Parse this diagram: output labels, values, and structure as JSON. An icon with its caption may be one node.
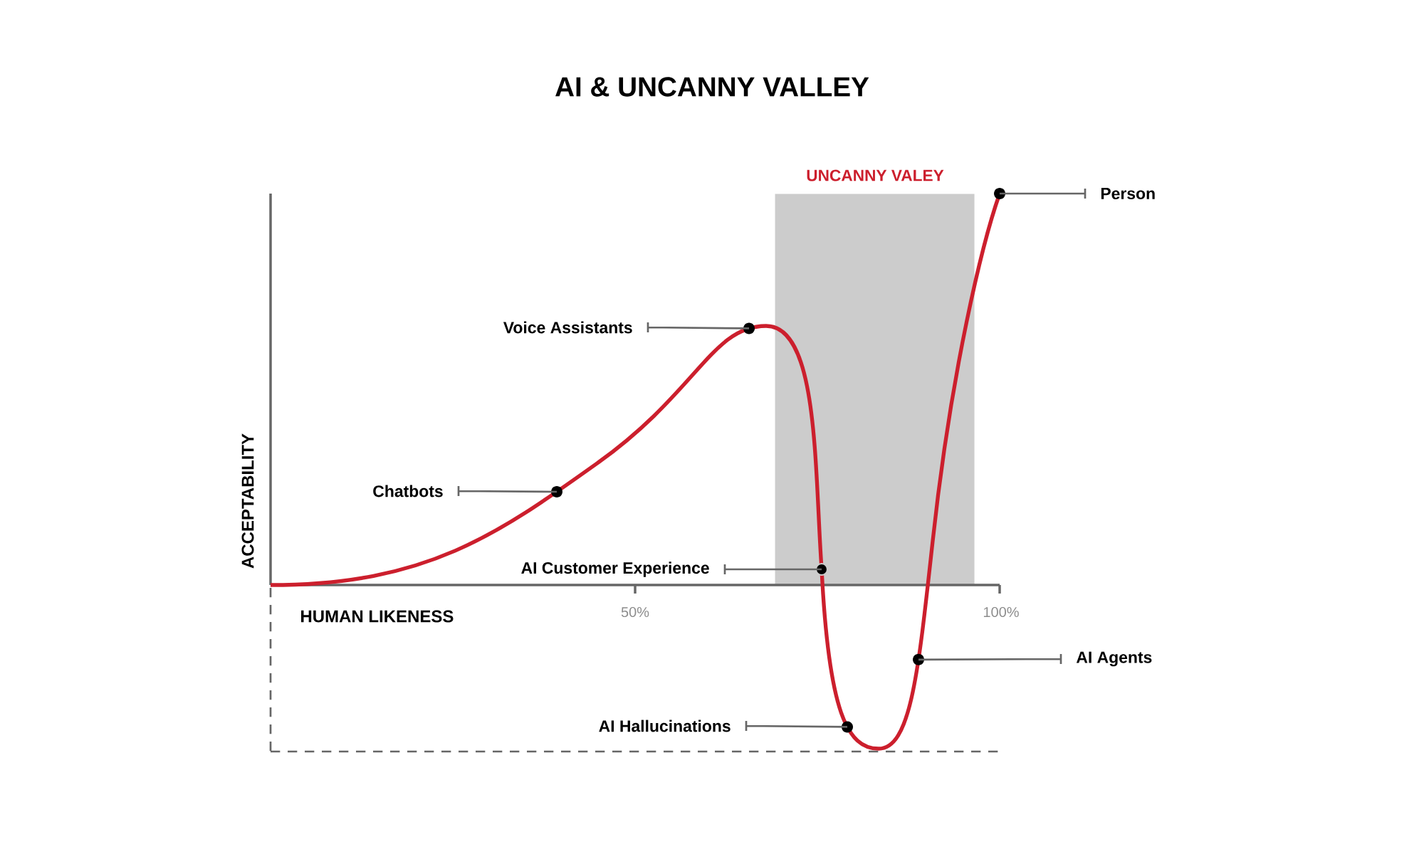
{
  "diagram": {
    "title": "AI & UNCANNY VALLEY",
    "nodes": [
      {
        "text": [
          "UNCANNY VALEY"
        ]
      },
      {
        "text": [
          "Person"
        ]
      },
      {
        "text": [
          "Voice Assistants"
        ]
      },
      {
        "text": [
          "Chatbots"
        ]
      },
      {
        "text": [
          "AI Customer Experience"
        ]
      },
      {
        "text": [
          "AI Agents"
        ]
      },
      {
        "text": [
          "AI Hallucinations"
        ]
      },
      {
        "text": [],
        "shape": "circle"
      },
      {
        "text": [],
        "shape": "circle"
      },
      {
        "text": [],
        "shape": "circle",
        "in": 0
      },
      {
        "text": [],
        "shape": "circle"
      },
      {
        "text": [],
        "shape": "circle"
      },
      {
        "text": [],
        "shape": "circle"
      }
    ],
    "edges": [
      {
        "from": 1,
        "to": 12,
        "arrow": "none"
      },
      {
        "from": 2,
        "to": 8,
        "arrow": "none"
      },
      {
        "from": 3,
        "to": 7,
        "arrow": "none"
      },
      {
        "from": 4,
        "to": 9,
        "arrow": "none"
      },
      {
        "from": 5,
        "to": 11,
        "arrow": "none"
      },
      {
        "from": 6,
        "to": 10,
        "arrow": "none"
      }
    ],
    "labels": [
      "ACCEPTABILITY",
      "HUMAN LIKENESS",
      "50%",
      "100%"
    ]
  }
}
